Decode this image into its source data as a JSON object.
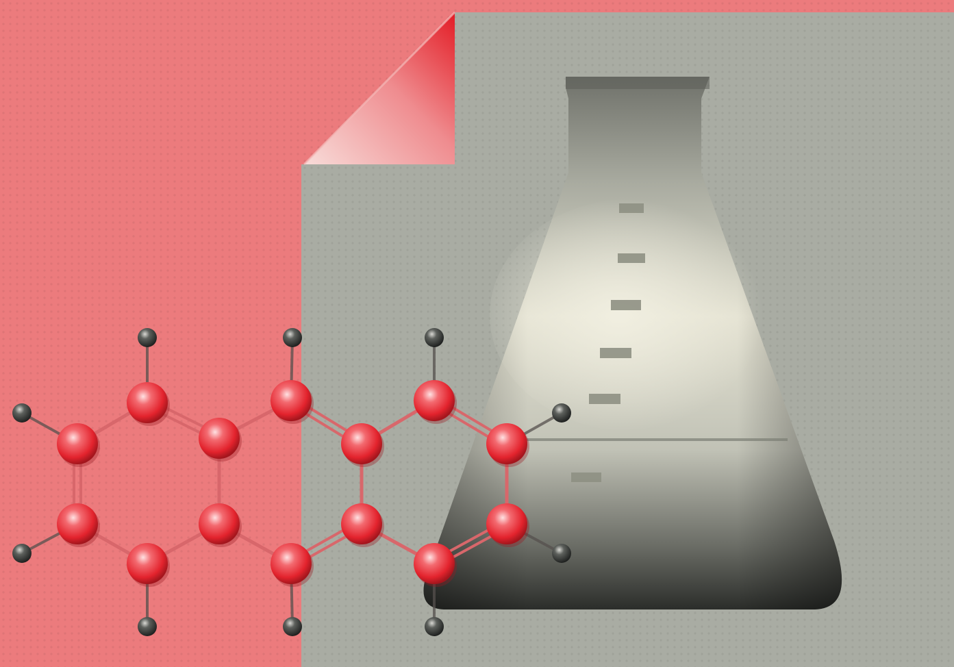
{
  "scene": {
    "description_free": true,
    "colors": {
      "background": "#ec7b7d",
      "sheet": "#a9aca3",
      "fold_red": "#e8232b",
      "fold_light": "#f6d2d0",
      "atom_red": "#e8333b",
      "atom_highlight": "#ffd6d8",
      "atom_dark": "#2f3130",
      "bond": "#d75e62",
      "flask_dark": "#2e302c",
      "flask_light": "#e9e7d7",
      "graduation": "#8f9184"
    },
    "icons": {
      "molecule": "anthracene-molecule-icon",
      "flask": "erlenmeyer-flask-icon",
      "sheet": "folded-page-icon"
    },
    "molecule": {
      "carbon_atoms": 14,
      "hydrogen_atoms": 10,
      "rings": 3
    },
    "flask": {
      "graduation_marks": 6
    }
  }
}
